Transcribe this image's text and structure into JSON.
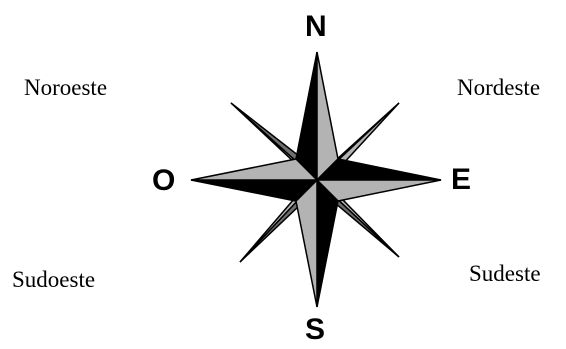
{
  "compass": {
    "north": "N",
    "south": "S",
    "east": "E",
    "west": "O",
    "northwest": "Noroeste",
    "northeast": "Nordeste",
    "southwest": "Sudoeste",
    "southeast": "Sudeste"
  },
  "colors": {
    "dark": "#000000",
    "light": "#b3b3b3",
    "mid": "#6e6e6e",
    "background": "#ffffff"
  }
}
